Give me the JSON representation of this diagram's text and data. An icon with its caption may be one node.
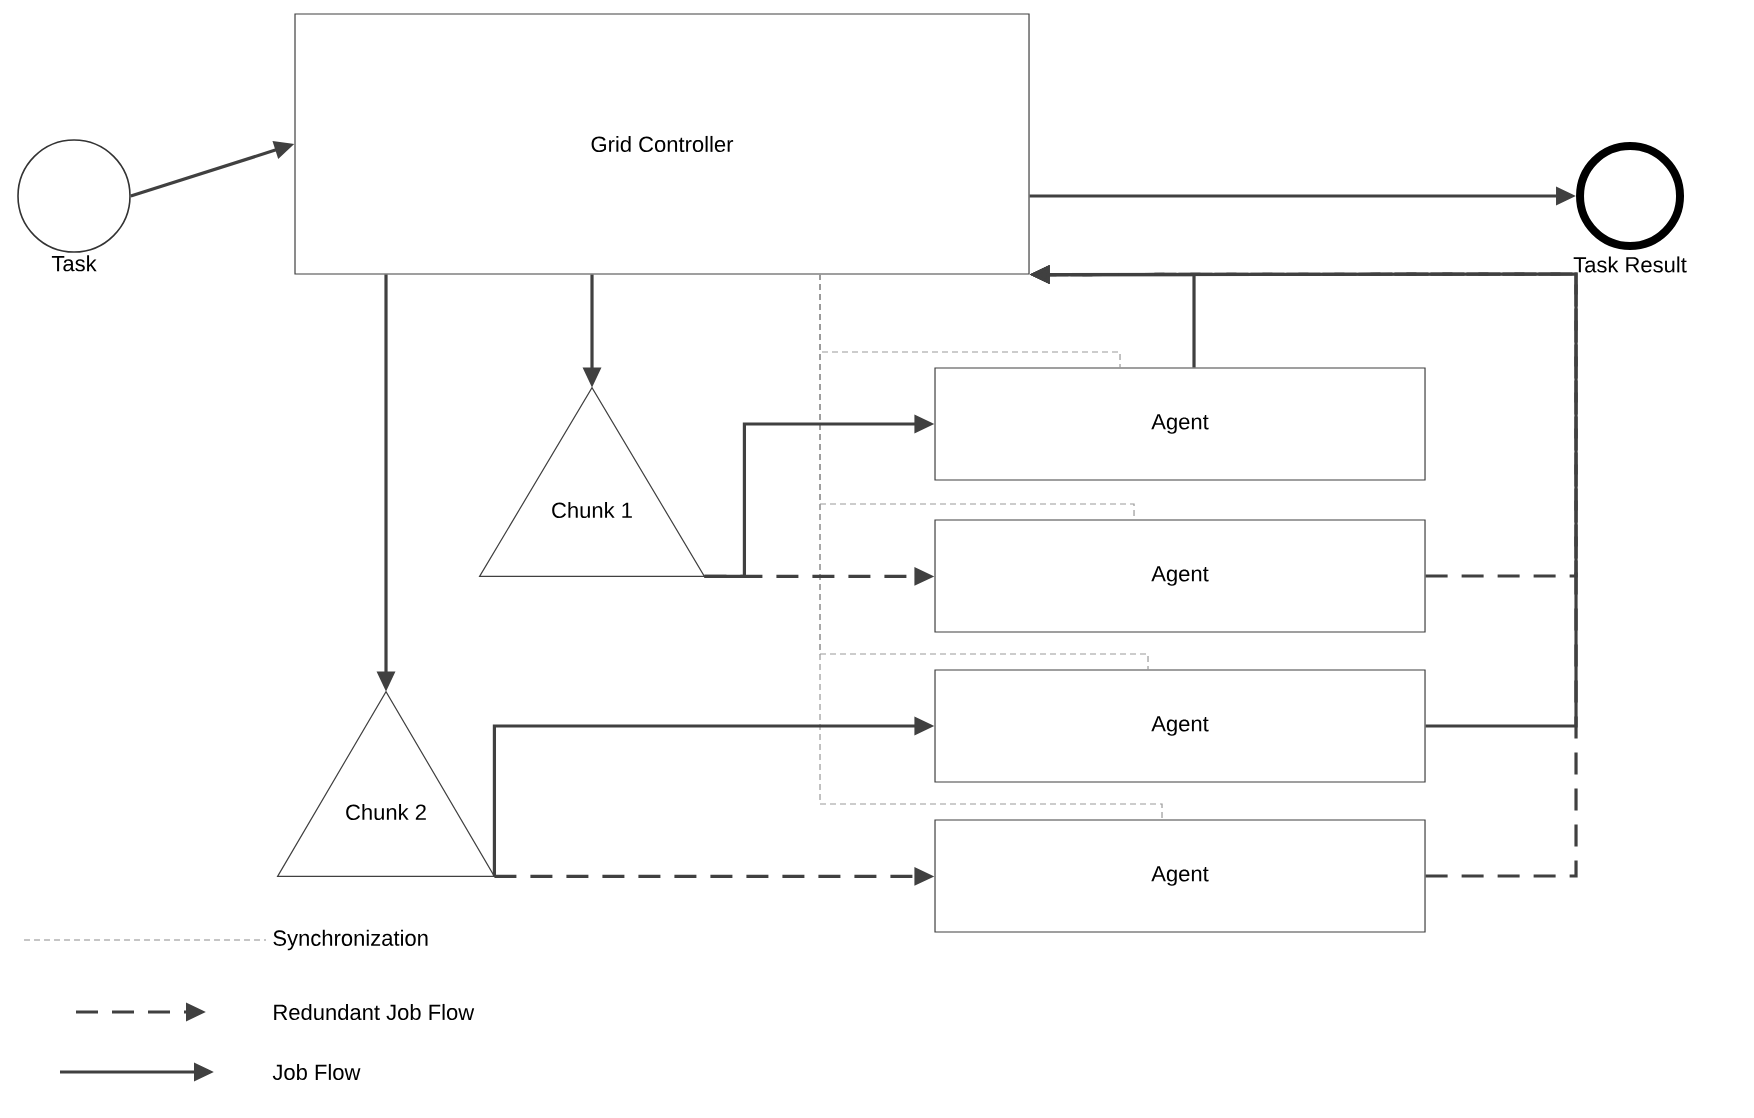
{
  "diagram": {
    "nodes": [
      {
        "text": [
          "Task"
        ]
      },
      {
        "text": [
          "Grid Controller"
        ]
      },
      {
        "text": [
          "Task Result"
        ]
      },
      {
        "text": [
          "Chunk 1"
        ]
      },
      {
        "text": [
          "Chunk 2"
        ]
      },
      {
        "text": [
          "Agent"
        ]
      },
      {
        "text": [
          "Agent"
        ]
      },
      {
        "text": [
          "Agent"
        ]
      },
      {
        "text": [
          "Agent"
        ]
      }
    ],
    "edges": [
      {
        "from": 0,
        "to": 1,
        "arrow": "to"
      },
      {
        "from": 1,
        "to": 2,
        "arrow": "to"
      },
      {
        "from": 1,
        "to": 3,
        "arrow": "to"
      },
      {
        "from": 1,
        "to": 4,
        "arrow": "to"
      },
      {
        "from": 1,
        "to": 5,
        "arrow": "none",
        "style": "dashed",
        "color": "#999999"
      },
      {
        "from": 1,
        "to": 6,
        "arrow": "none",
        "style": "dashed",
        "color": "#999999"
      },
      {
        "from": 1,
        "to": 7,
        "arrow": "none",
        "style": "dashed",
        "color": "#999999"
      },
      {
        "from": 1,
        "to": 8,
        "arrow": "none",
        "style": "dashed",
        "color": "#999999"
      },
      {
        "from": 3,
        "to": 5,
        "arrow": "to"
      },
      {
        "from": 3,
        "to": 6,
        "arrow": "to",
        "style": "dashed"
      },
      {
        "from": 4,
        "to": 7,
        "arrow": "to"
      },
      {
        "from": 4,
        "to": 8,
        "arrow": "to",
        "style": "dashed"
      },
      {
        "from": 5,
        "to": 1,
        "arrow": "to"
      },
      {
        "from": 6,
        "to": 1,
        "arrow": "to",
        "style": "dashed"
      },
      {
        "from": 7,
        "to": 1,
        "arrow": "to"
      },
      {
        "from": 8,
        "to": 1,
        "arrow": "to",
        "style": "dashed"
      }
    ],
    "legend": [
      {
        "text": "Synchronization"
      },
      {
        "text": "Redundant Job Flow"
      },
      {
        "text": "Job Flow"
      }
    ]
  }
}
